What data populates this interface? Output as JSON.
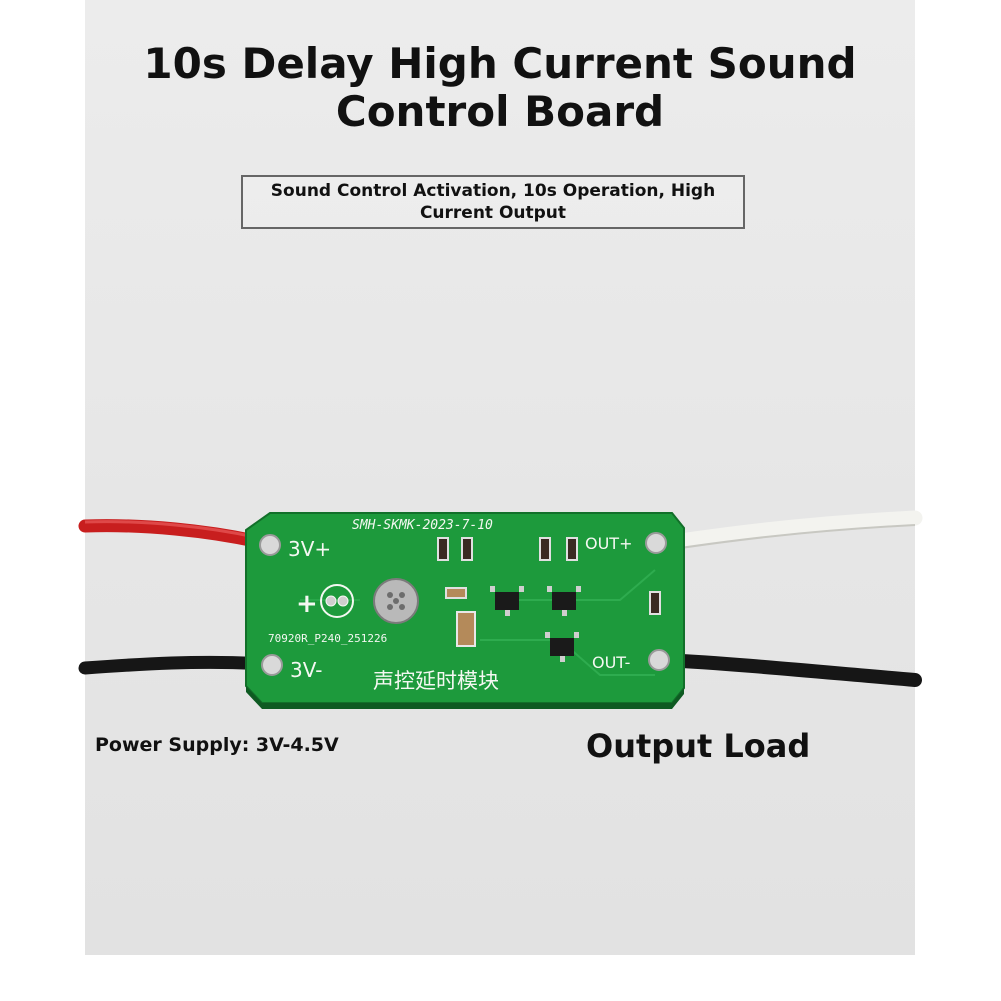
{
  "title": {
    "line1": "10s Delay High Current Sound",
    "line2": "Control Board"
  },
  "subtitle": "Sound Control Activation, 10s Operation, High Current Output",
  "captions": {
    "power": "Power Supply: 3V-4.5V",
    "output": "Output Load"
  },
  "pcb": {
    "model": "SMH-SKMK-2023-7-10",
    "part_code": "70920R_P240_251226",
    "pos_in": "3V+",
    "neg_in": "3V-",
    "pos_out": "OUT+",
    "neg_out": "OUT-",
    "plus_sign": "+",
    "chinese_label": "声控延时模块",
    "colors": {
      "board": "#1d9a3c",
      "wire_red": "#c81e1e",
      "wire_black": "#161616",
      "wire_white": "#f3f3ef"
    }
  }
}
